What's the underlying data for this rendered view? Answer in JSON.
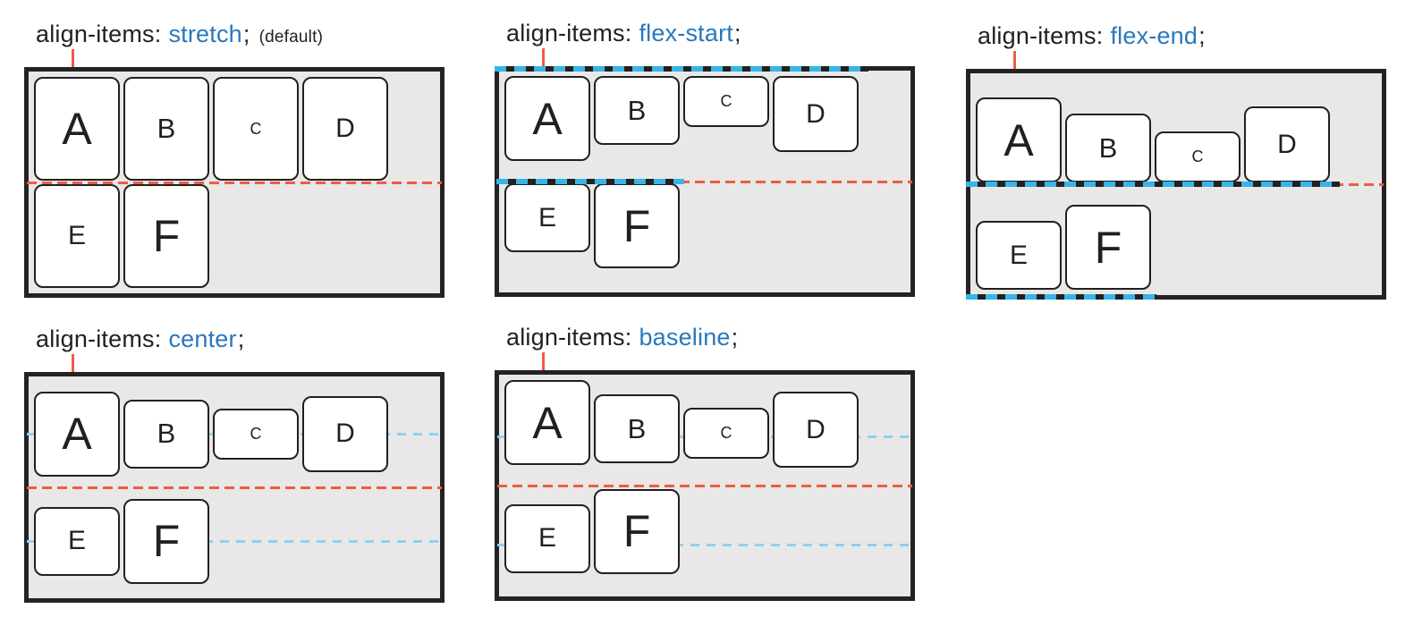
{
  "colors": {
    "value_text": "#2878be",
    "label_text": "#231f20",
    "container_background": "#e8e8e8",
    "container_border": "#262223",
    "item_background": "#ffffff",
    "item_border": "#231f20",
    "line_break_dash": "#f05b45",
    "alignment_dash_strong": "#38b4e8",
    "alignment_dash_soft": "#92cfee",
    "label_tick": "#ef5b49"
  },
  "panels": [
    {
      "id": "stretch",
      "property": "align-items:",
      "value": "stretch",
      "suffix": ";",
      "note": "(default)",
      "items": [
        "A",
        "B",
        "C",
        "D",
        "E",
        "F"
      ]
    },
    {
      "id": "flex-start",
      "property": "align-items:",
      "value": "flex-start",
      "suffix": ";",
      "items": [
        "A",
        "B",
        "C",
        "D",
        "E",
        "F"
      ]
    },
    {
      "id": "flex-end",
      "property": "align-items:",
      "value": "flex-end",
      "suffix": ";",
      "items": [
        "A",
        "B",
        "C",
        "D",
        "E",
        "F"
      ]
    },
    {
      "id": "center",
      "property": "align-items:",
      "value": "center",
      "suffix": ";",
      "items": [
        "A",
        "B",
        "C",
        "D",
        "E",
        "F"
      ]
    },
    {
      "id": "baseline",
      "property": "align-items:",
      "value": "baseline",
      "suffix": ";",
      "items": [
        "A",
        "B",
        "C",
        "D",
        "E",
        "F"
      ]
    }
  ]
}
